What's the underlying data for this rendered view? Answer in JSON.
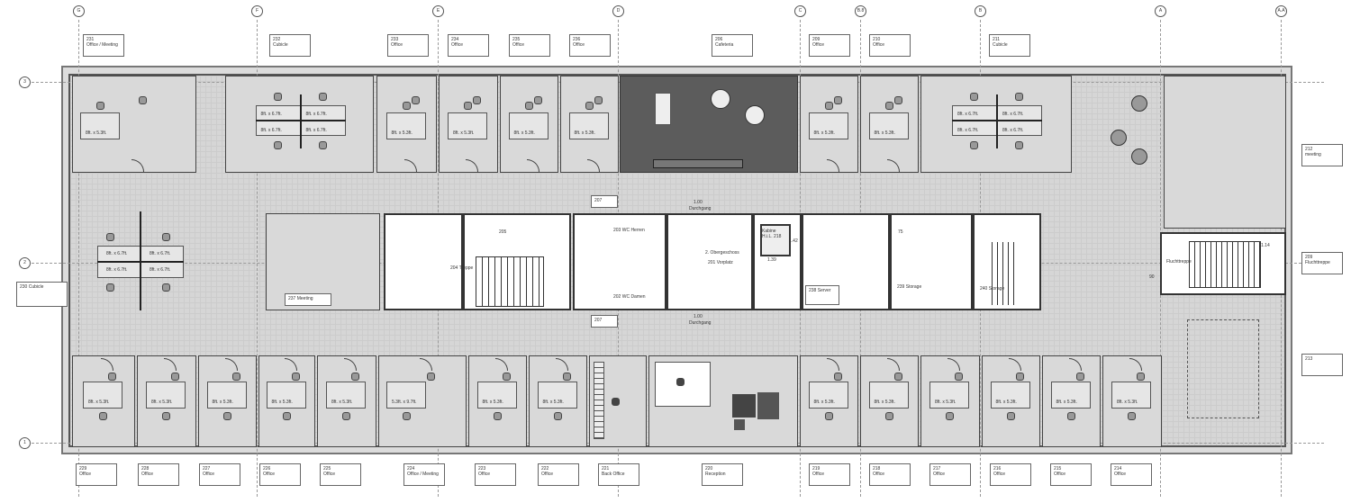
{
  "grid": {
    "columns": [
      "G",
      "F",
      "E",
      "D",
      "C",
      "B.8",
      "B",
      "A",
      "A.A"
    ],
    "rows": [
      "3",
      "2",
      "1"
    ]
  },
  "top_rooms": [
    {
      "number": "231",
      "name": "Office / Meeting"
    },
    {
      "number": "232",
      "name": "Cubicle"
    },
    {
      "number": "233",
      "name": "Office"
    },
    {
      "number": "234",
      "name": "Office"
    },
    {
      "number": "235",
      "name": "Office"
    },
    {
      "number": "236",
      "name": "Office"
    },
    {
      "number": "206",
      "name": "Cafeteria"
    },
    {
      "number": "209",
      "name": "Office"
    },
    {
      "number": "210",
      "name": "Office"
    },
    {
      "number": "211",
      "name": "Cubicle"
    }
  ],
  "bottom_rooms": [
    {
      "number": "229",
      "name": "Office"
    },
    {
      "number": "228",
      "name": "Office"
    },
    {
      "number": "227",
      "name": "Office"
    },
    {
      "number": "226",
      "name": "Office"
    },
    {
      "number": "225",
      "name": "Office"
    },
    {
      "number": "224",
      "name": "Office / Meeting"
    },
    {
      "number": "223",
      "name": "Office"
    },
    {
      "number": "222",
      "name": "Office"
    },
    {
      "number": "221",
      "name": "Back Office"
    },
    {
      "number": "220",
      "name": "Reception"
    },
    {
      "number": "219",
      "name": "Office"
    },
    {
      "number": "218",
      "name": "Office"
    },
    {
      "number": "217",
      "name": "Office"
    },
    {
      "number": "216",
      "name": "Office"
    },
    {
      "number": "215",
      "name": "Office"
    },
    {
      "number": "214",
      "name": "Office"
    }
  ],
  "side_rooms": {
    "left": {
      "number": "230",
      "name": "Cubicle"
    },
    "right_top": {
      "number": "212",
      "name": "meeting"
    },
    "right_mid": {
      "number": "209",
      "name": "Fluchttreppe"
    },
    "right_bottom": {
      "number": "213",
      "name": ""
    }
  },
  "core": {
    "corridor": "207",
    "passage_width": "1.00",
    "passage": "Durchgang",
    "room_205": "205",
    "stair": "204 Treppe",
    "wc_men": "203 WC Herren",
    "wc_women": "202 WC Damen",
    "floor_level": "2. Obergeschoss",
    "lobby": "201 Vorplatz",
    "elevator": "Kabine",
    "elevator_sub": "H.i.L. 218",
    "elevator_dim_w": "1.39",
    "elevator_dim_h": "1.42",
    "server": "238 Server",
    "storage_239": "239 Storage",
    "storage_240": "240 Storage",
    "escape_stair": "Fluchttreppe",
    "meeting_237": "237 Meeting",
    "dim_114": "1.14",
    "dim_90": "90",
    "dim_75": "75"
  },
  "desk_sizes": {
    "office": "8ft. x 5.3ft.",
    "cubicle": "8ft. x 6.7ft.",
    "meeting": "5.3ft. x 9.7ft."
  }
}
